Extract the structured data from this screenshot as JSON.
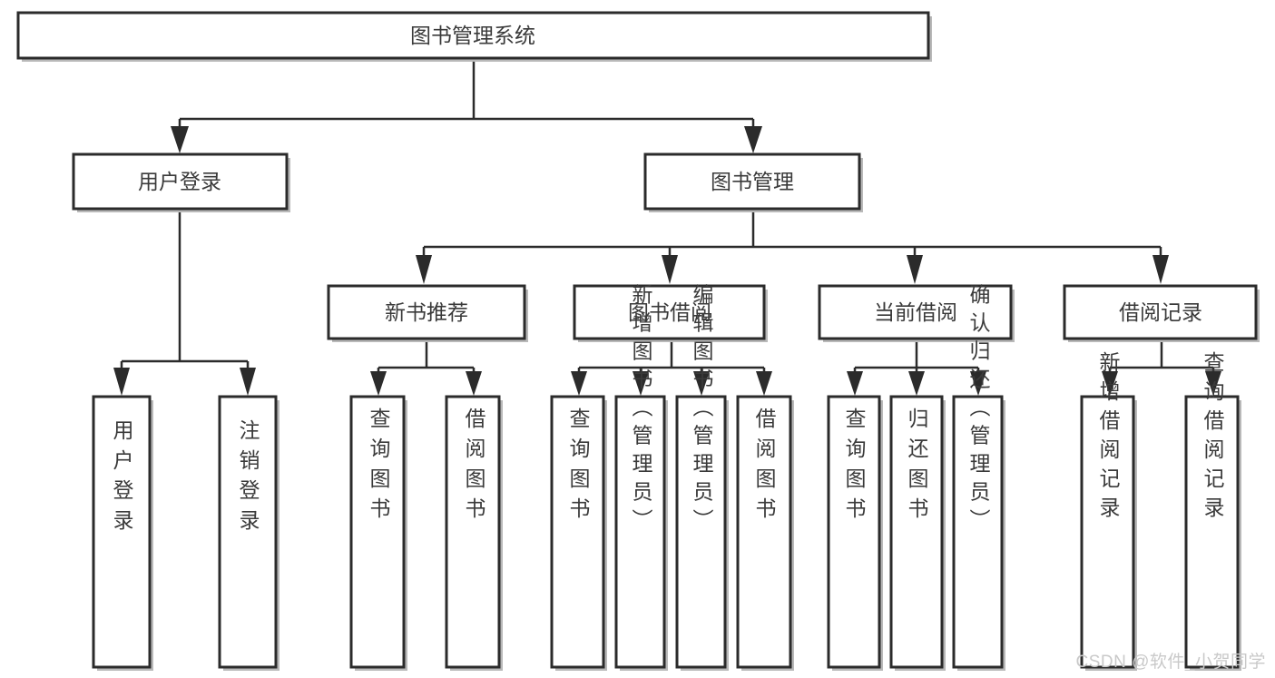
{
  "diagram": {
    "type": "tree-hierarchy",
    "title": "图书管理系统",
    "watermark": "CSDN @软件_小贺同学",
    "colors": {
      "box_stroke": "#2b2b2b",
      "box_fill": "#ffffff",
      "text": "#3a3a3a",
      "connector": "#2b2b2b",
      "shadow": "#b9b9b9",
      "watermark": "#c9c9c9",
      "background": "#ffffff"
    },
    "levels": {
      "root": {
        "label": "图书管理系统",
        "orientation": "horizontal"
      },
      "level2": [
        {
          "label": "用户登录",
          "orientation": "horizontal"
        },
        {
          "label": "图书管理",
          "orientation": "horizontal"
        }
      ],
      "level3": [
        {
          "label": "新书推荐",
          "orientation": "horizontal",
          "parent": "图书管理"
        },
        {
          "label": "图书借阅",
          "orientation": "horizontal",
          "parent": "图书管理"
        },
        {
          "label": "当前借阅",
          "orientation": "horizontal",
          "parent": "图书管理"
        },
        {
          "label": "借阅记录",
          "orientation": "horizontal",
          "parent": "图书管理"
        }
      ],
      "leaves": [
        {
          "label": "用户登录",
          "parent": "用户登录",
          "orientation": "vertical"
        },
        {
          "label": "注销登录",
          "parent": "用户登录",
          "orientation": "vertical"
        },
        {
          "label": "查询图书",
          "parent": "新书推荐",
          "orientation": "vertical"
        },
        {
          "label": "借阅图书",
          "parent": "新书推荐",
          "orientation": "vertical"
        },
        {
          "label": "查询图书",
          "parent": "图书借阅",
          "orientation": "vertical"
        },
        {
          "label": "新增图书（管理员）",
          "parent": "图书借阅",
          "orientation": "vertical"
        },
        {
          "label": "编辑图书（管理员）",
          "parent": "图书借阅",
          "orientation": "vertical"
        },
        {
          "label": "借阅图书",
          "parent": "图书借阅",
          "orientation": "vertical"
        },
        {
          "label": "查询图书",
          "parent": "当前借阅",
          "orientation": "vertical"
        },
        {
          "label": "归还图书",
          "parent": "当前借阅",
          "orientation": "vertical"
        },
        {
          "label": "确认归还（管理员）",
          "parent": "当前借阅",
          "orientation": "vertical"
        },
        {
          "label": "新增借阅记录",
          "parent": "借阅记录",
          "orientation": "vertical"
        },
        {
          "label": "查询借阅记录",
          "parent": "借阅记录",
          "orientation": "vertical"
        }
      ]
    },
    "nodes": {
      "root": "图书管理系统",
      "user_login": "用户登录",
      "book_mgmt": "图书管理",
      "new_book_rec": "新书推荐",
      "book_borrow": "图书借阅",
      "current_borrow": "当前借阅",
      "borrow_record": "借阅记录",
      "leaf_user_login": "用户登录",
      "leaf_logout": "注销登录",
      "leaf_query_book_1": "查询图书",
      "leaf_borrow_book_1": "借阅图书",
      "leaf_query_book_2": "查询图书",
      "leaf_add_book_admin": "新增图书（管理员）",
      "leaf_edit_book_admin": "编辑图书（管理员）",
      "leaf_borrow_book_2": "借阅图书",
      "leaf_query_book_3": "查询图书",
      "leaf_return_book": "归还图书",
      "leaf_confirm_return_admin": "确认归还（管理员）",
      "leaf_add_borrow_record": "新增借阅记录",
      "leaf_query_borrow_record": "查询借阅记录"
    }
  }
}
